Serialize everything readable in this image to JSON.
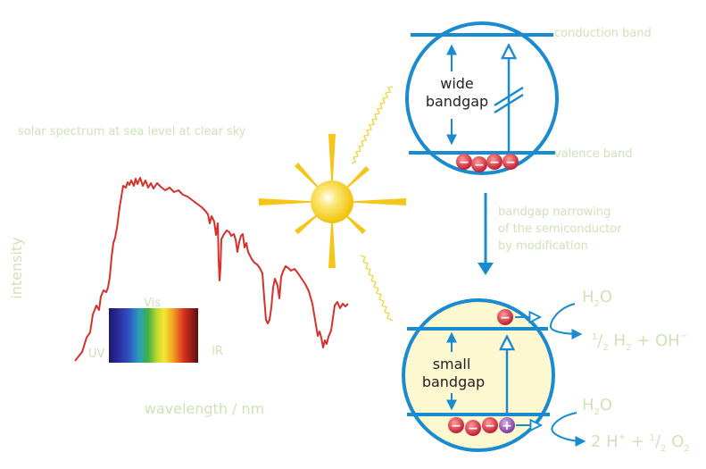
{
  "labels": {
    "spectrum_title": "solar spectrum at sea level at clear sky",
    "y_axis": "intensity",
    "x_axis": "wavelength / nm",
    "uv": "UV",
    "vis": "Vis",
    "ir": "IR",
    "conduction_band": "conduction band",
    "valence_band": "valence band",
    "modification": [
      "bandgap narrowing",
      "of the semiconductor",
      "by modification"
    ],
    "wide_bandgap": [
      "wide",
      "bandgap"
    ],
    "small_bandgap": [
      "small",
      "bandgap"
    ]
  },
  "reactions": {
    "h2o_top": {
      "main": "H",
      "sub": "2",
      "tail": "O"
    },
    "h2_product": {
      "sup1": "1",
      "slash": "/",
      "sub2": "2",
      "main": " H",
      "subH": "2",
      "rest": " + OH",
      "supMinus": "−"
    },
    "h2o_bottom": {
      "main": "H",
      "sub": "2",
      "tail": "O"
    },
    "o2_product": {
      "main": "2 H",
      "supPlus": "+",
      "mid": " + ",
      "sup1": "1",
      "slash": "/",
      "sub2": "2",
      "o": " O",
      "subO": "2"
    }
  },
  "charges": {
    "electron": "−",
    "hole": "+"
  },
  "colors": {
    "blue": "#1a8bd0",
    "spectrum_line": "#d9302c",
    "label_green": "#cfe3b8",
    "small_bg": "#fdf8d0",
    "sun_core": "#f6d216"
  }
}
